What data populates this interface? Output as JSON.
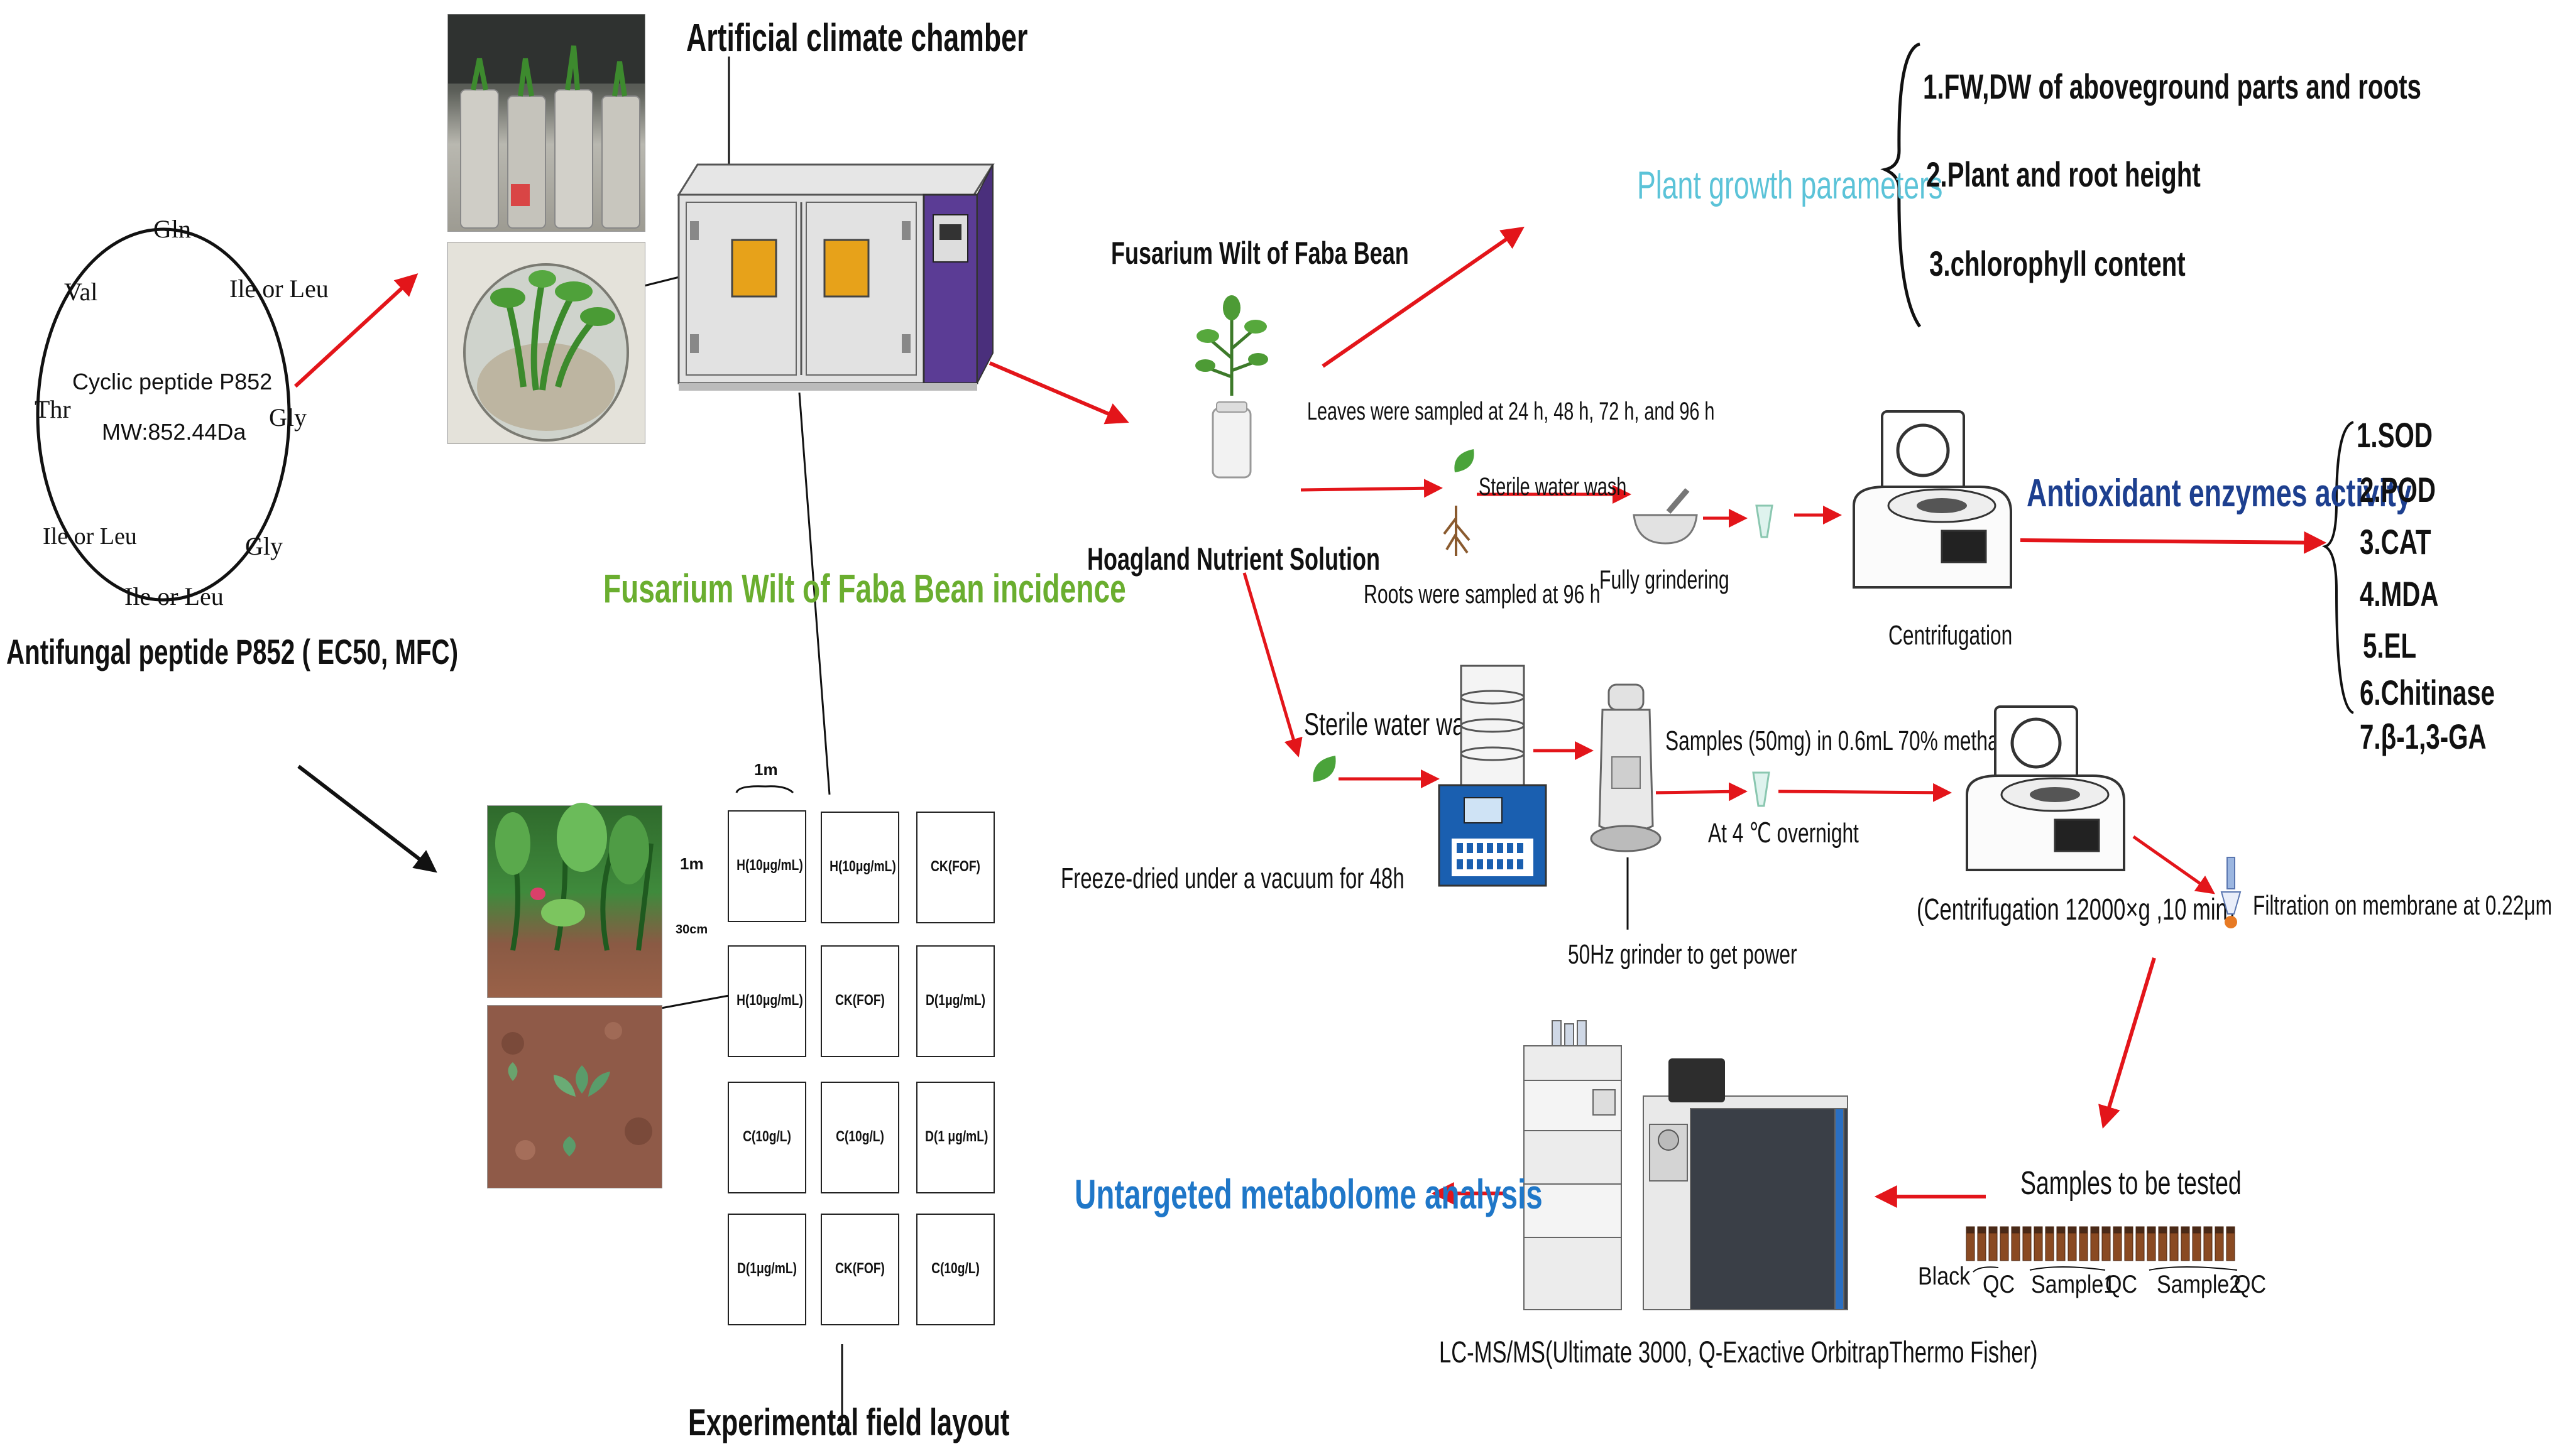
{
  "peptide": {
    "residues": [
      "Gln",
      "Val",
      "Ile or Leu",
      "Thr",
      "Gly",
      "Ile or Leu",
      "Gly",
      "Ile or Leu"
    ],
    "name": "Cyclic peptide P852",
    "mw": "MW:852.44Da",
    "caption": "Antifungal peptide P852 ( EC50, MFC)"
  },
  "chamber": {
    "title": "Artificial climate chamber"
  },
  "field": {
    "incidence_label": "Fusarium Wilt of Faba Bean incidence",
    "layout_label": "Experimental field layout",
    "dim_width": "1m",
    "dim_height": "1m",
    "dim_gap": "30cm",
    "plots": [
      [
        "H(10μg/mL)",
        "H(10μg/mL)",
        "CK(FOF)"
      ],
      [
        "H(10μg/mL)",
        "CK(FOF)",
        "D(1μg/mL)"
      ],
      [
        "C(10g/L)",
        "C(10g/L)",
        "D(1 μg/mL)"
      ],
      [
        "D(1μg/mL)",
        "CK(FOF)",
        "C(10g/L)"
      ]
    ]
  },
  "plant": {
    "title": "Fusarium Wilt of Faba Bean",
    "solution": "Hoagland Nutrient Solution"
  },
  "growth": {
    "title": "Plant growth parameters",
    "items": [
      "1.FW,DW of aboveground parts and roots",
      "2.Plant and root height",
      "3.chlorophyll content"
    ]
  },
  "sampling": {
    "leaves": "Leaves were sampled at 24 h, 48 h, 72 h, and 96 h",
    "roots": "Roots were sampled at 96 h",
    "wash": "Sterile water wash",
    "grind": "Fully grindering",
    "centrifugation": "Centrifugation"
  },
  "enzymes": {
    "title": "Antioxidant enzymes activity",
    "items": [
      "1.SOD",
      "2.POD",
      "3.CAT",
      "4.MDA",
      "5.EL",
      "6.Chitinase",
      "7.β-1,3-GA"
    ]
  },
  "metab_prep": {
    "wash": "Sterile water wash",
    "freeze": "Freeze-dried under a vacuum for 48h",
    "grinder": "50Hz grinder to get power",
    "samples": "Samples (50mg)  in 0.6mL  70% methanol",
    "overnight": "At 4 ℃  overnight",
    "centrifugation": "(Centrifugation 12000×g ,10 min)",
    "filtration": "Filtration on membrane at 0.22μm"
  },
  "analysis": {
    "samples_title": "Samples to be tested",
    "vial_labels": [
      "Black",
      "QC",
      "Sample1",
      "QC",
      "Sample2",
      "QC"
    ],
    "instrument": "LC-MS/MS(Ultimate 3000, Q-Exactive OrbitrapThermo Fisher)",
    "result": "Untargeted metabolome analysis"
  },
  "colors": {
    "arrow_red": "#e3151a",
    "growth_title": "#5bc3d8",
    "incidence_green": "#6aae2f",
    "enzyme_title": "#1d3f8f",
    "metabolome_blue": "#1f77c8",
    "chamber_purple": "#5b3c95",
    "window_orange": "#e7a21a"
  }
}
